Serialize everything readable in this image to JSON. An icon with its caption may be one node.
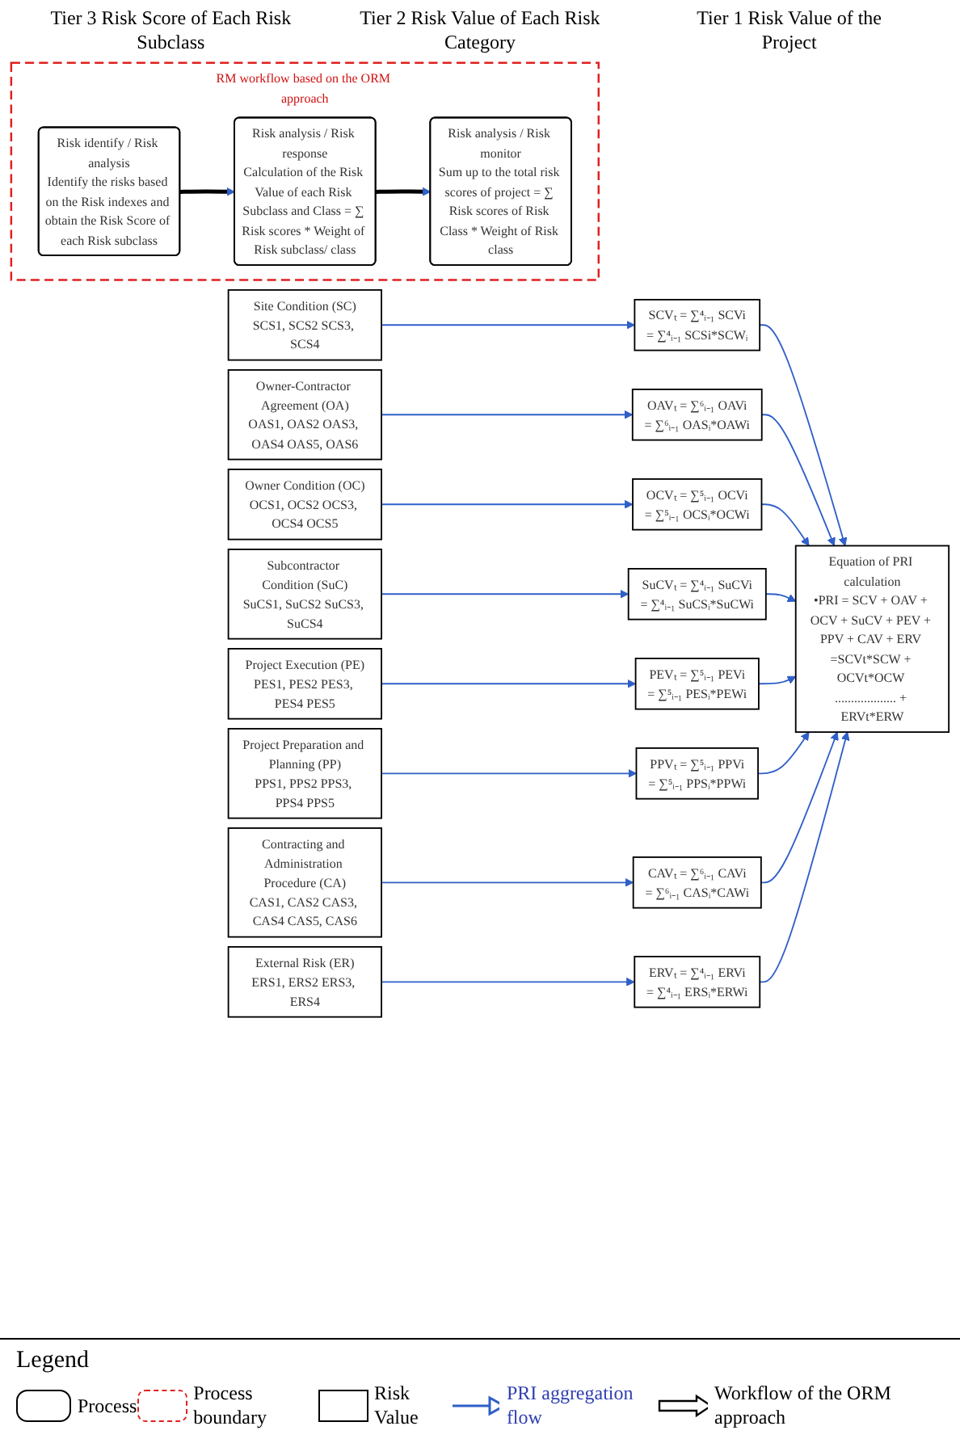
{
  "diagram": {
    "nodes": [
      {
        "text": [
          "RM workflow based on the ORM approach"
        ]
      },
      {
        "text": [
          "Risk identify / Risk analysis",
          "Identify the risks based on the Risk indexes and obtain the Risk Score of each Risk subclass"
        ],
        "in": 0
      },
      {
        "text": [
          "Risk analysis / Risk response",
          "Calculation of the Risk Value of each Risk Subclass and Class = ∑ Risk scores * Weight of Risk subclass/ class"
        ],
        "in": 0
      },
      {
        "text": [
          "Risk analysis / Risk monitor",
          "Sum up to the total risk scores of project = ∑ Risk scores of Risk Class * Weight of Risk class"
        ],
        "in": 0
      },
      {
        "text": [
          "Site Condition (SC)",
          "SCS1, SCS2 SCS3, SCS4"
        ]
      },
      {
        "text": [
          "SCVₜ = ∑⁴ᵢ₋₁ SCVi",
          "= ∑⁴ᵢ₋₁ SCSi*SCWᵢ"
        ]
      },
      {
        "text": [
          "Owner-Contractor Agreement (OA)",
          "OAS1, OAS2 OAS3, OAS4 OAS5, OAS6"
        ]
      },
      {
        "text": [
          "OAVₜ = ∑⁶ᵢ₋₁ OAVi",
          "= ∑⁶ᵢ₋₁ OASᵢ*OAWi"
        ]
      },
      {
        "text": [
          "Owner Condition (OC)",
          "OCS1, OCS2 OCS3, OCS4 OCS5"
        ]
      },
      {
        "text": [
          "OCVₜ = ∑⁵ᵢ₋₁ OCVi",
          "= ∑⁵ᵢ₋₁ OCSᵢ*OCWi"
        ]
      },
      {
        "text": [
          "Subcontractor Condition (SuC)",
          "SuCS1, SuCS2 SuCS3, SuCS4"
        ]
      },
      {
        "text": [
          "SuCVₜ = ∑⁴ᵢ₋₁ SuCVi",
          "= ∑⁴ᵢ₋₁ SuCSᵢ*SuCWi"
        ]
      },
      {
        "text": [
          "Project Execution (PE)",
          "PES1, PES2 PES3, PES4 PES5"
        ]
      },
      {
        "text": [
          "PEVₜ = ∑⁵ᵢ₋₁ PEVi",
          "= ∑⁵ᵢ₋₁ PESᵢ*PEWi"
        ]
      },
      {
        "text": [
          "Project Preparation and Planning (PP)",
          "PPS1, PPS2 PPS3, PPS4 PPS5"
        ]
      },
      {
        "text": [
          "PPVₜ = ∑⁵ᵢ₋₁ PPVi",
          "= ∑⁵ᵢ₋₁ PPSᵢ*PPWi"
        ]
      },
      {
        "text": [
          "Contracting and Administration Procedure (CA)",
          "CAS1, CAS2 CAS3, CAS4 CAS5, CAS6"
        ]
      },
      {
        "text": [
          "CAVₜ = ∑⁶ᵢ₋₁ CAVi",
          "= ∑⁶ᵢ₋₁ CASᵢ*CAWi"
        ]
      },
      {
        "text": [
          "External Risk (ER)",
          "ERS1, ERS2 ERS3, ERS4"
        ]
      },
      {
        "text": [
          "ERVₜ = ∑⁴ᵢ₋₁ ERVi",
          "= ∑⁴ᵢ₋₁ ERSᵢ*ERWi"
        ]
      },
      {
        "text": [
          "Equation of PRI calculation",
          "•PRI = SCV + OAV + OCV + SuCV + PEV + PPV + CAV + ERV =SCVt*SCW + OCVt*OCW ................... + ERVt*ERW"
        ]
      }
    ],
    "edges": [
      {
        "from": 1,
        "to": 2,
        "arrow": "to",
        "style": "thick",
        "color": "#000000"
      },
      {
        "from": 2,
        "to": 3,
        "arrow": "to",
        "style": "thick",
        "color": "#000000"
      },
      {
        "from": 4,
        "to": 5,
        "arrow": "to"
      },
      {
        "from": 6,
        "to": 7,
        "arrow": "to"
      },
      {
        "from": 8,
        "to": 9,
        "arrow": "to"
      },
      {
        "from": 10,
        "to": 11,
        "arrow": "to"
      },
      {
        "from": 12,
        "to": 13,
        "arrow": "to"
      },
      {
        "from": 14,
        "to": 15,
        "arrow": "to"
      },
      {
        "from": 16,
        "to": 17,
        "arrow": "to"
      },
      {
        "from": 18,
        "to": 19,
        "arrow": "to"
      },
      {
        "from": 5,
        "to": 20,
        "arrow": "to"
      },
      {
        "from": 7,
        "to": 20,
        "arrow": "to"
      },
      {
        "from": 9,
        "to": 20,
        "arrow": "to"
      },
      {
        "from": 11,
        "to": 20,
        "arrow": "to"
      },
      {
        "from": 13,
        "to": 20,
        "arrow": "to"
      },
      {
        "from": 15,
        "to": 20,
        "arrow": "to"
      },
      {
        "from": 17,
        "to": 20,
        "arrow": "to"
      },
      {
        "from": 19,
        "to": 20,
        "arrow": "to"
      }
    ],
    "labels": [
      "Tier 3 Risk Score of Each Risk Subclass",
      "Tier 2 Risk Value of Each Risk Category",
      "Tier 1 Risk Value of the Project",
      "Legend"
    ],
    "legend": [
      {
        "text": "Process"
      },
      {
        "text": "Process boundary"
      },
      {
        "text": "Risk Value"
      },
      {
        "text": "PRI aggregation flow"
      },
      {
        "text": "Workflow of the ORM approach"
      }
    ]
  }
}
